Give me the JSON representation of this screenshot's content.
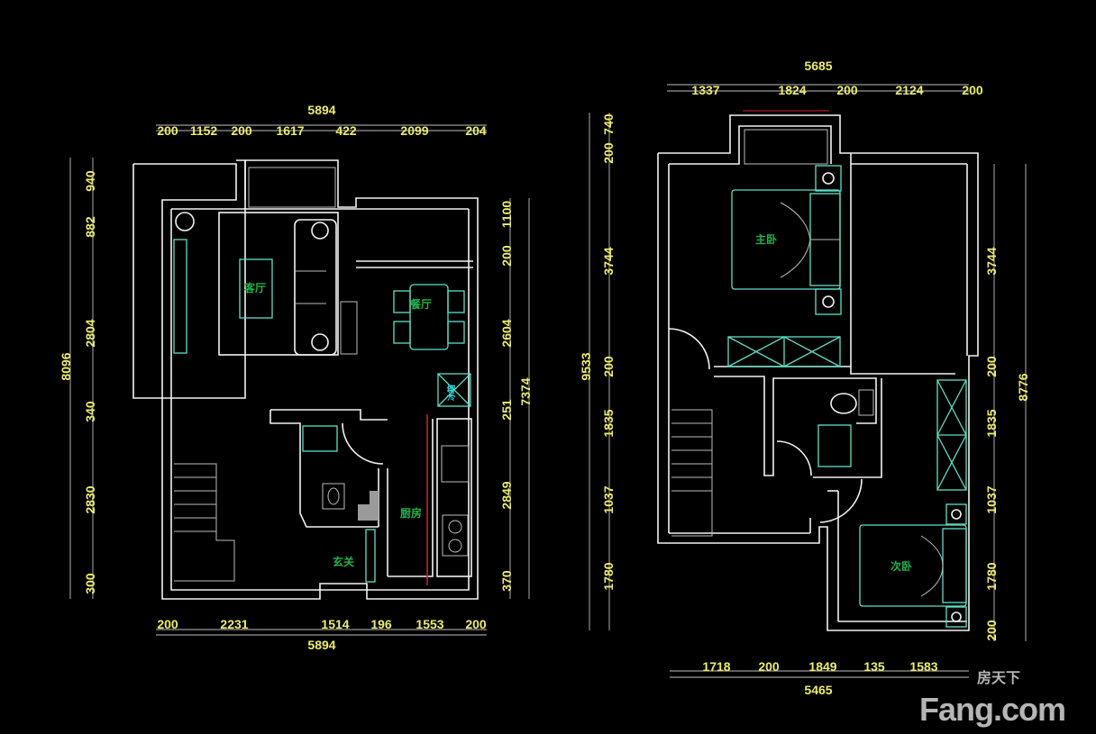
{
  "left_plan": {
    "rooms": {
      "living": "客厅",
      "dining": "餐厅",
      "kitchen": "厨房",
      "entry": "玄关",
      "fridge": "冰箱"
    },
    "top_total": "5894",
    "top_dims": [
      "200",
      "1152",
      "200",
      "1617",
      "422",
      "2099",
      "204"
    ],
    "bottom_total": "5894",
    "bottom_dims": [
      "200",
      "2231",
      "1514",
      "196",
      "1553",
      "200"
    ],
    "left_total": "8096",
    "left_dims": [
      "940",
      "882",
      "2804",
      "340",
      "2830",
      "300"
    ],
    "right_total": "7374",
    "right_dims": [
      "1100",
      "200",
      "2604",
      "251",
      "2849",
      "370"
    ]
  },
  "right_plan": {
    "rooms": {
      "master": "主卧",
      "second": "次卧"
    },
    "top_total": "5685",
    "top_dims": [
      "1337",
      "1824",
      "200",
      "2124",
      "200"
    ],
    "bottom_total": "5465",
    "bottom_dims": [
      "1718",
      "200",
      "1849",
      "135",
      "1583"
    ],
    "left_total": "9533",
    "left_dims": [
      "740",
      "200",
      "3744",
      "200",
      "1835",
      "1037",
      "1780"
    ],
    "right_total": "8776",
    "right_dims": [
      "3744",
      "200",
      "1835",
      "1037",
      "1780",
      "200"
    ]
  },
  "watermark": {
    "cn": "房天下",
    "en": "Fang.com"
  }
}
